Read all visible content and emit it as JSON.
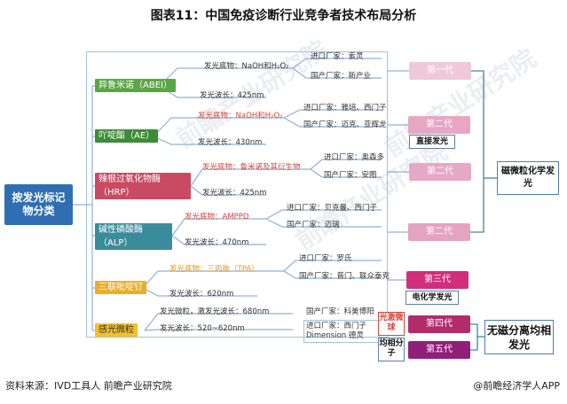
{
  "title": "图表11：中国免疫诊断行业竞争者技术布局分析",
  "watermark": "前瞻产业研究院",
  "root": "按发光标记物分类",
  "categories": [
    {
      "label": "异鲁米诺（ABEI）",
      "substrate": "发光底物：NaOH和H₂O₂",
      "wavelength": "发光波长：425nm",
      "import": "进口厂家：索灵",
      "domestic": "国产厂家：新产业"
    },
    {
      "label": "吖啶酯（AE）",
      "substrate": "发光底物：NaOH和H₂O₂",
      "wavelength": "发光波长：430nm",
      "import": "进口厂家：雅培、西门子",
      "domestic": "国产厂家：迈克、亚辉龙"
    },
    {
      "label": "辣根过氧化物酶（HRP）",
      "substrate": "发光底物：鲁米诺及其衍生物",
      "wavelength": "发光波长：425nm",
      "import": "进口厂家：奥森多",
      "domestic": "国产厂家：安图"
    },
    {
      "label": "碱性磷酸酶（ALP）",
      "substrate": "发光底物：AMPPD",
      "wavelength": "发光波长：470nm",
      "import": "进口厂家：贝克曼、西门子",
      "domestic": "国产厂家：迈瑞"
    },
    {
      "label": "三联吡啶钌",
      "substrate": "发光底物：三丙胺（TPA）",
      "wavelength": "发光波长：620nm",
      "import": "进口厂家：罗氏",
      "domestic": "国产厂家：普门、联众泰克"
    },
    {
      "label": "感光微粒",
      "substrate": "发光微粒，激发光波长：680nm",
      "wavelength": "发光波长：520~620nm",
      "import": "进口厂家：西门子 Dimension 德灵",
      "domestic": "国产厂家：科美博阳"
    }
  ],
  "generations": [
    "第一代",
    "第二代",
    "第二代",
    "第二代",
    "第三代",
    "第四代",
    "第五代"
  ],
  "labels": {
    "direct": "直接发光",
    "electro": "电化学发光",
    "laser": "光激微球",
    "homogeneous": "均相分子"
  },
  "groups": {
    "magnetic": "磁微粒化学发光",
    "free": "无磁分离均相发光"
  },
  "source": "资料来源：IVD工具人 前瞻产业研究院",
  "credit": "@前瞻经济学人APP"
}
